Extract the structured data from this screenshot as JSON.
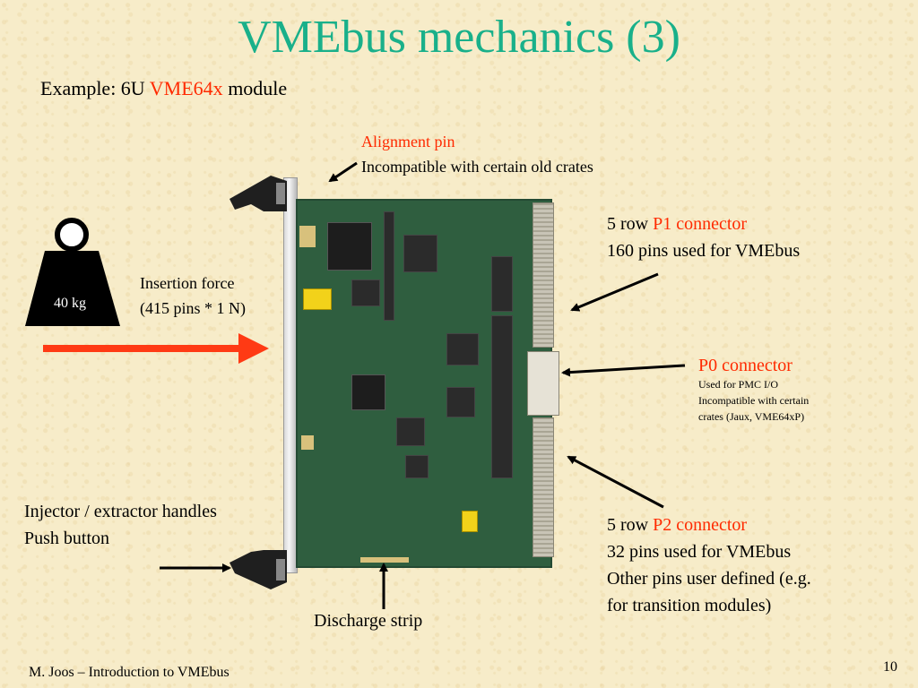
{
  "slide": {
    "title": "VMEbus mechanics (3)",
    "subtitle_prefix": "Example: 6U ",
    "subtitle_highlight": "VME64x",
    "subtitle_suffix": " module",
    "footer": "M. Joos – Introduction to VMEbus",
    "page_number": "10"
  },
  "weight": {
    "label": "40 kg"
  },
  "insertion": {
    "line1": "Insertion force",
    "line2": "(415 pins * 1 N)"
  },
  "alignment": {
    "title": "Alignment pin",
    "text": "Incompatible with certain old crates"
  },
  "p1": {
    "prefix": "5 row ",
    "name": "P1 connector",
    "line2": "160 pins used for VMEbus"
  },
  "p0": {
    "name": "P0 connector",
    "line1": "Used for PMC I/O",
    "line2": "Incompatible with certain",
    "line3": "crates (Jaux, VME64xP)"
  },
  "p2": {
    "prefix": "5 row ",
    "name": "P2 connector",
    "line2": "32 pins used for VMEbus",
    "line3": "Other pins user defined (e.g.",
    "line4": "for transition modules)"
  },
  "handles": {
    "line1": "Injector / extractor handles",
    "line2": "Push button"
  },
  "discharge": {
    "label": "Discharge strip"
  },
  "colors": {
    "title": "#19b08a",
    "highlight": "#ff2a00",
    "background": "#f7ecc9",
    "pcb": "#2f5e3f"
  }
}
